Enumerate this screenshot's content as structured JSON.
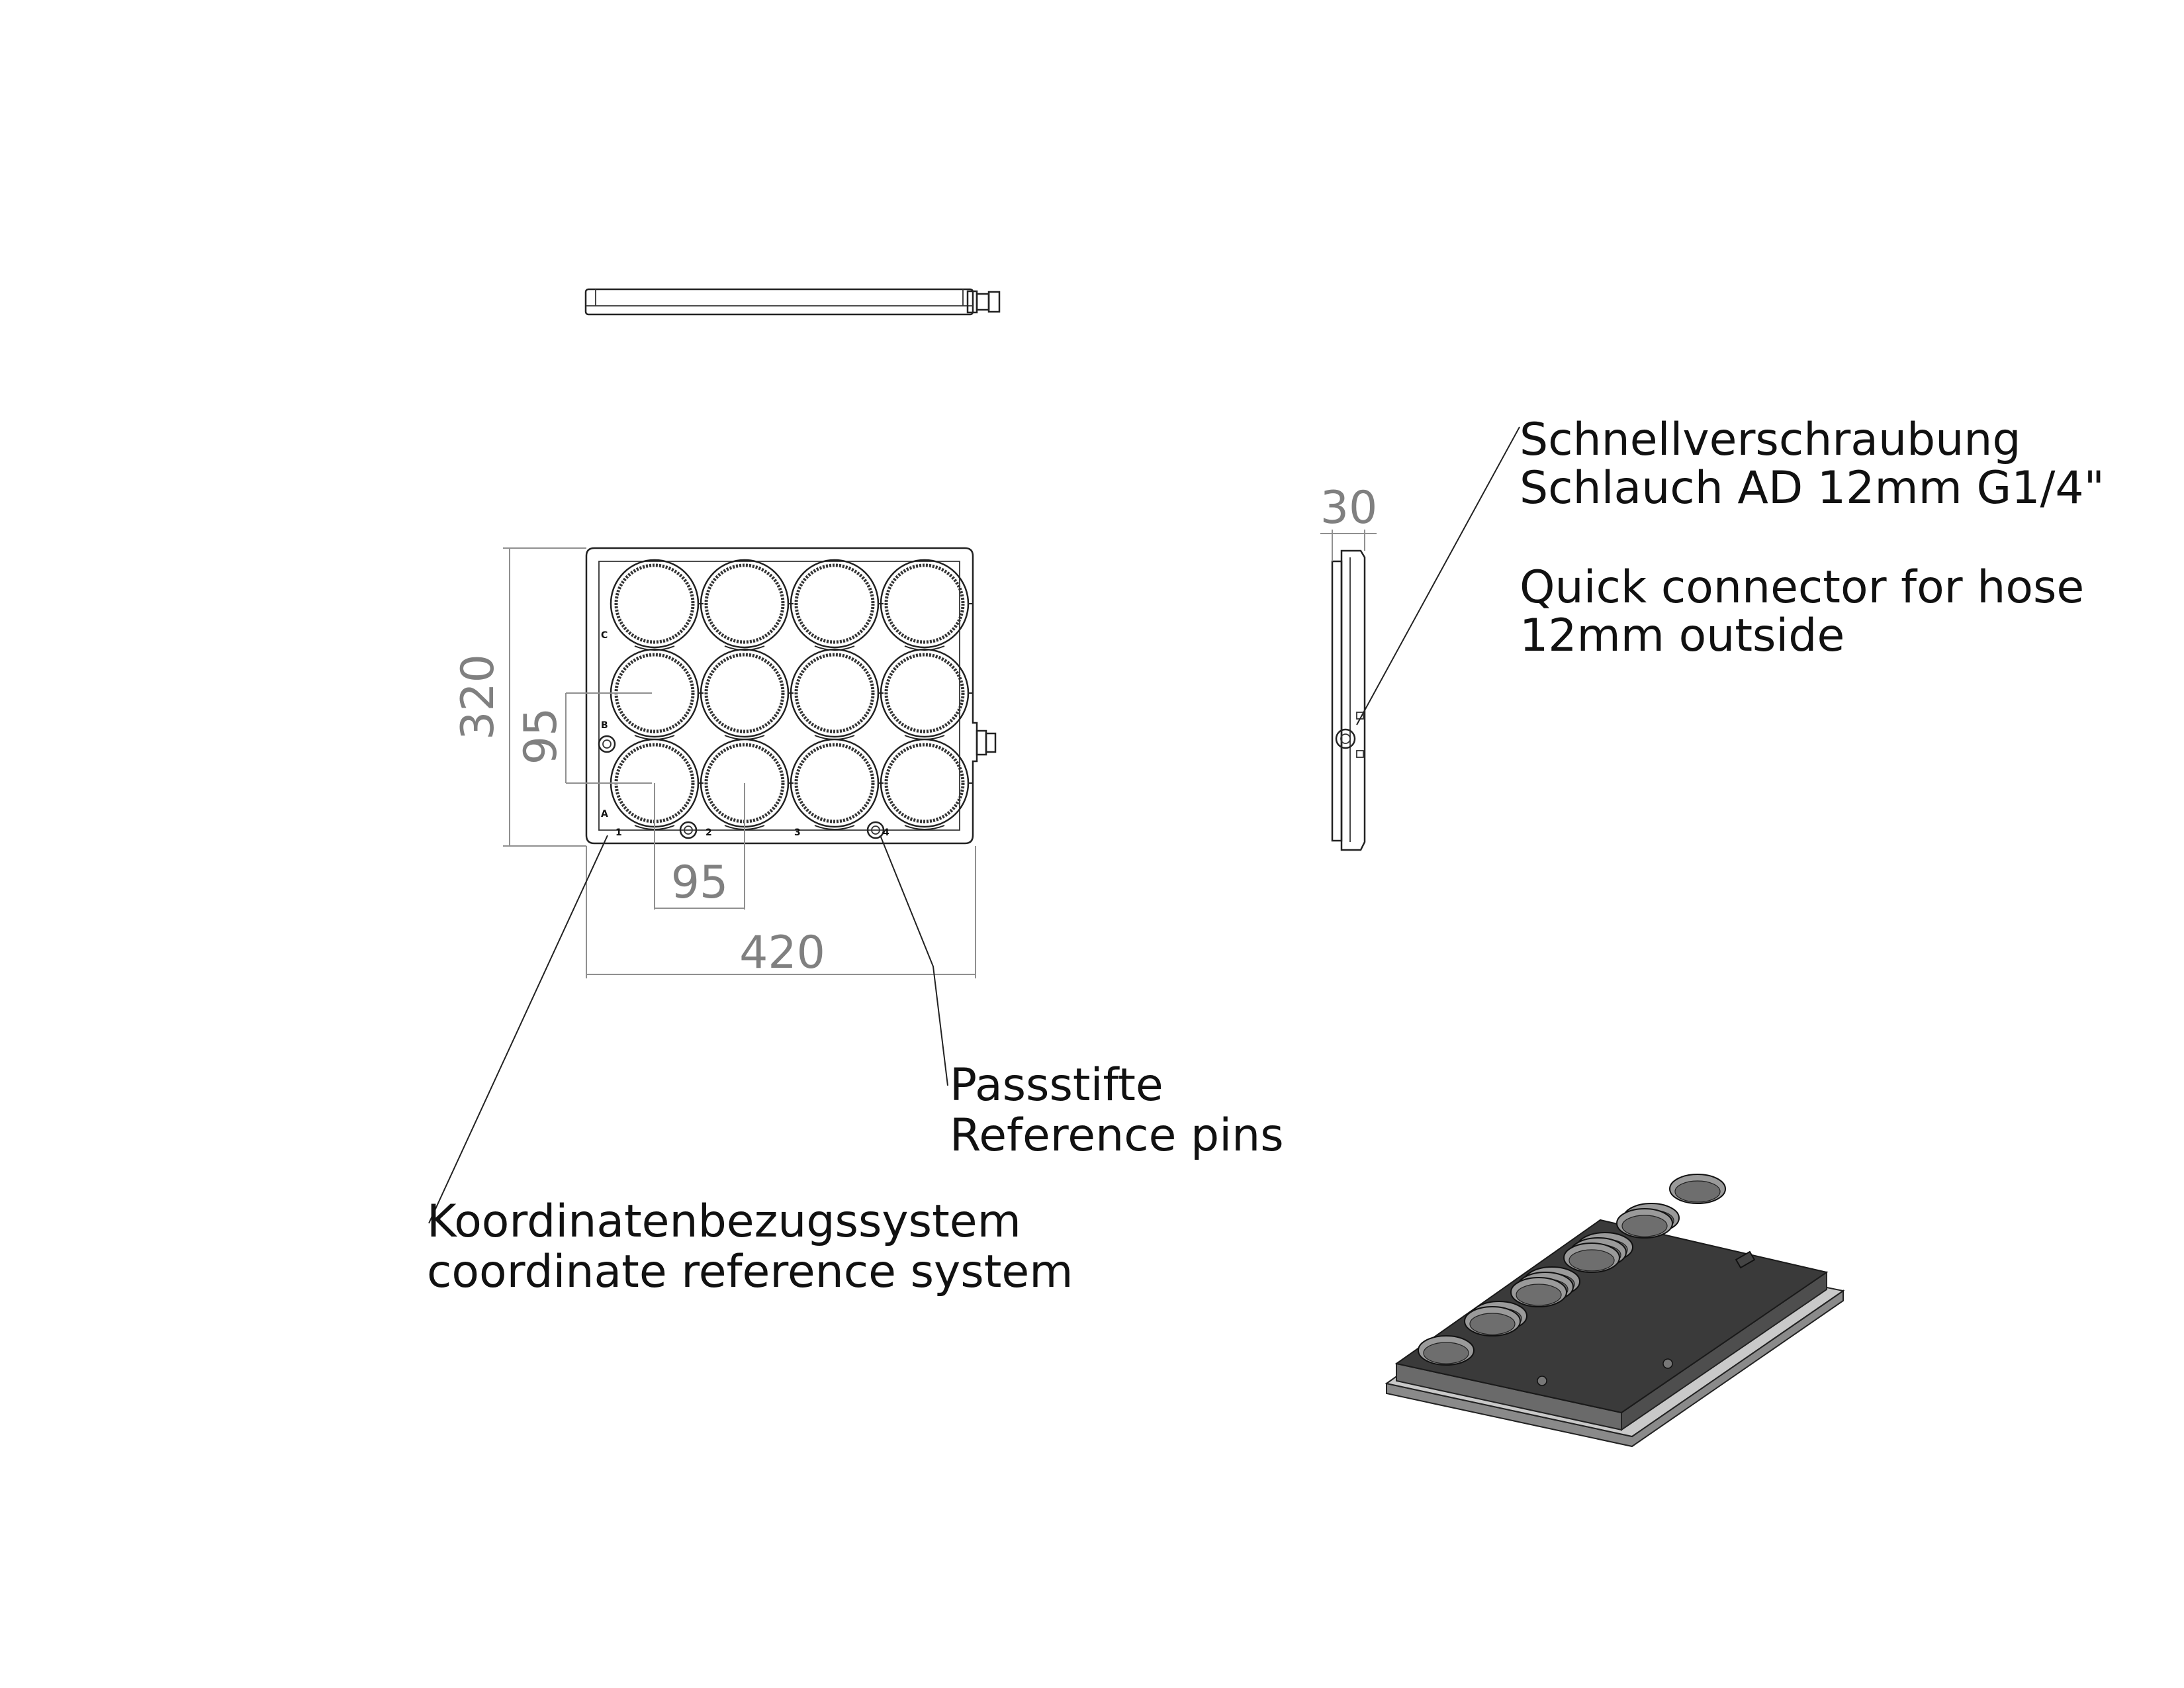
{
  "labels": {
    "connector_de": "Schnellverschraubung",
    "connector_de_2": "Schlauch AD 12mm G1/4\"",
    "connector_en": "Quick connector for hose",
    "connector_en_2": "12mm outside",
    "pins_de": "Passstifte",
    "pins_en": "Reference pins",
    "coord_de": "Koordinatenbezugssystem",
    "coord_en": "coordinate reference system"
  },
  "dimensions": {
    "height": "320",
    "pitch_vertical": "95",
    "pitch_horizontal": "95",
    "width": "420",
    "thickness": "30"
  },
  "plate_markings": {
    "rows": [
      "A",
      "B",
      "C"
    ],
    "columns": [
      "1",
      "2",
      "3",
      "4"
    ]
  },
  "colors": {
    "line": "#222222",
    "dimension": "#808080",
    "iso_dark": "#3a3a3a",
    "iso_mid": "#5a5a5a",
    "iso_light": "#8a8a8a"
  }
}
